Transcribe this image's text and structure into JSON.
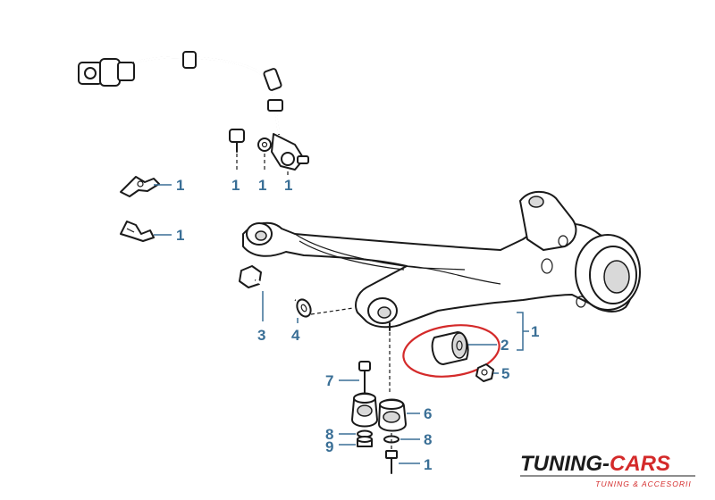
{
  "labels": [
    {
      "id": "clip-upper",
      "text": "1"
    },
    {
      "id": "clip-lower",
      "text": "1"
    },
    {
      "id": "screw-top",
      "text": "1"
    },
    {
      "id": "washer-top",
      "text": "1"
    },
    {
      "id": "sensor-top",
      "text": "1"
    },
    {
      "id": "arm",
      "text": "1"
    },
    {
      "id": "bushing",
      "text": "2"
    },
    {
      "id": "bolt",
      "text": "3"
    },
    {
      "id": "washer",
      "text": "4"
    },
    {
      "id": "nut",
      "text": "5"
    },
    {
      "id": "mount-right",
      "text": "6"
    },
    {
      "id": "stud",
      "text": "7"
    },
    {
      "id": "washer-left",
      "text": "8"
    },
    {
      "id": "nut-left",
      "text": "9"
    },
    {
      "id": "washer-right",
      "text": "8"
    },
    {
      "id": "bolt-bottom",
      "text": "1"
    }
  ],
  "logo": {
    "name_part1": "TUNING-",
    "name_part2": "CARS",
    "tagline": "TUNING & ACCESORII",
    "color_dark": "#1b1b1b",
    "color_red": "#d42a2a"
  },
  "colors": {
    "label": "#3a6f96",
    "highlight": "#d42a2a"
  }
}
